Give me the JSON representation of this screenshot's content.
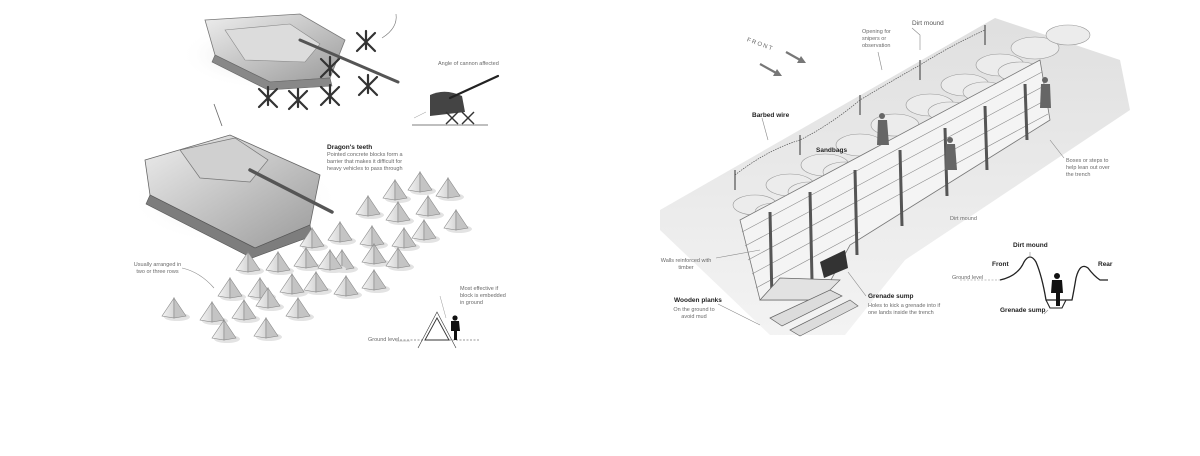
{
  "left_panel": {
    "angle_label": "Angle of cannon affected",
    "dragons_teeth_title": "Dragon's teeth",
    "dragons_teeth_desc": "Pointed concrete blocks form a\nbarrier that makes it difficult for\nheavy vehicles to pass through",
    "arrangement_label": "Usually arranged in\ntwo or three rows",
    "embedded_label": "Most effective if\nblock is embedded\nin ground",
    "ground_level": "Ground level"
  },
  "right_panel": {
    "front": "FRONT",
    "dirt_mound_top": "Dirt mound",
    "opening": "Opening for\nsnipers or\nobservation",
    "barbed_wire": "Barbed wire",
    "sandbags": "Sandbags",
    "boxes": "Boxes or steps to\nhelp lean out over\nthe trench",
    "dirt_mound_mid": "Dirt mound",
    "walls": "Walls reinforced with\ntimber",
    "wooden_planks_title": "Wooden planks",
    "wooden_planks_desc": "On the ground to\navoid mud",
    "grenade_sump_title": "Grenade sump",
    "grenade_sump_desc": "Holes to kick a grenade into if\none lands inside the trench"
  },
  "cross_section": {
    "dirt_mound": "Dirt mound",
    "front": "Front",
    "rear": "Rear",
    "ground_level": "Ground level",
    "grenade_sump": "Grenade sump"
  }
}
